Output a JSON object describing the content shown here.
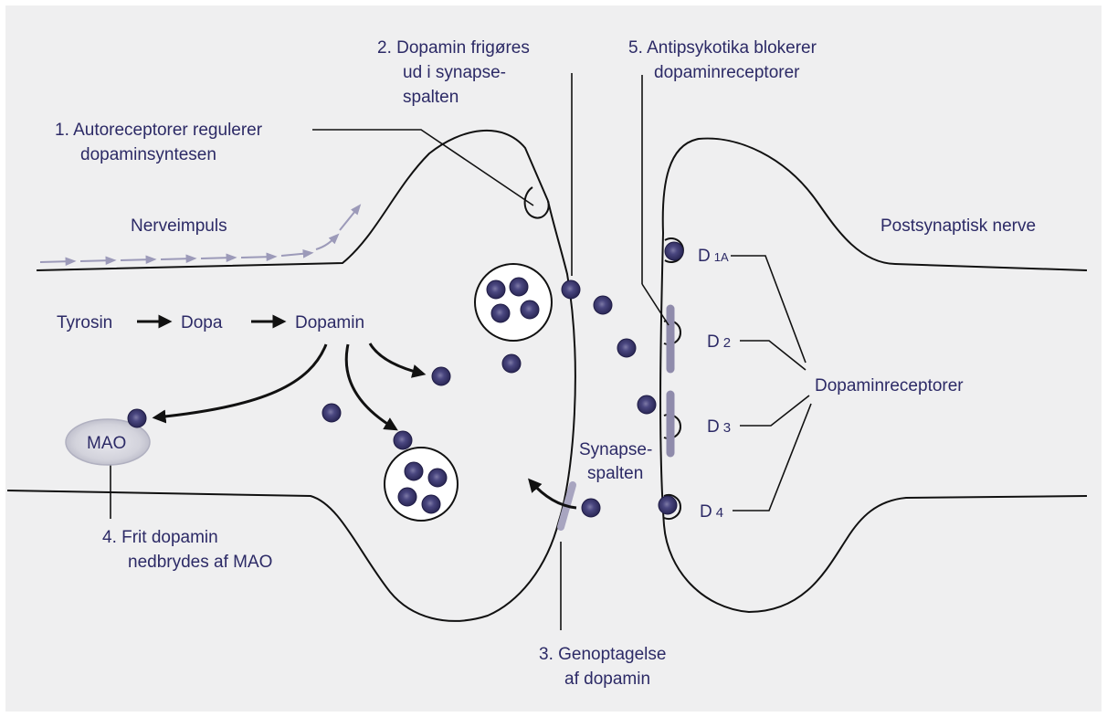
{
  "labels": {
    "l1_line1": "1.  Autoreceptorer regulerer",
    "l1_line2": "dopaminsyntesen",
    "l2_line1": "2.  Dopamin frigøres",
    "l2_line2": "ud i synapse-",
    "l2_line3": "spalten",
    "l3_line1": "3.  Genoptagelse",
    "l3_line2": "af dopamin",
    "l4_line1": "4.  Frit dopamin",
    "l4_line2": "nedbrydes af MAO",
    "l5_line1": "5.  Antipsykotika blokerer",
    "l5_line2": "dopaminreceptorer",
    "nerve_impulse": "Nerveimpuls",
    "postsynaptic": "Postsynaptisk nerve",
    "tyrosin": "Tyrosin",
    "dopa": "Dopa",
    "dopamin": "Dopamin",
    "mao": "MAO",
    "synapse_line1": "Synapse-",
    "synapse_line2": "spalten",
    "receptors": "Dopaminreceptorer",
    "d1a_main": "D",
    "d1a_sub": "1A",
    "d2_main": "D",
    "d2_sub": "2",
    "d3_main": "D",
    "d3_sub": "3",
    "d4_main": "D",
    "d4_sub": "4"
  },
  "colors": {
    "background": "#efeff0",
    "label_text": "#2c2a66",
    "molecule": "#3d3a6e",
    "antipsychotic_blocker": "#8f8bab",
    "mao_enzyme": "#cfcfd8"
  }
}
